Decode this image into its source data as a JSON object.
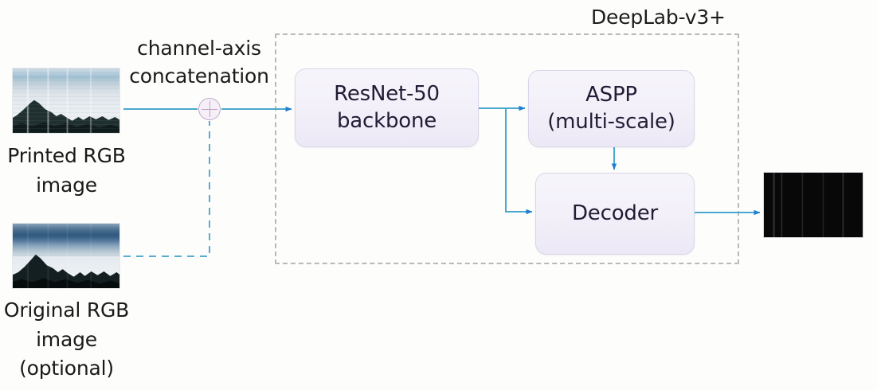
{
  "diagram": {
    "title": "DeepLab-v3+",
    "background_color": "#fdfdfc",
    "accent_line_color": "#4aa8cf",
    "box_fill_color": "#f2eff9",
    "boundary_color": "#b9b9bb"
  },
  "inputs": [
    {
      "id": "printed",
      "caption": "Printed RGB\nimage",
      "thumbnail": "mountain-photo-printed"
    },
    {
      "id": "original",
      "caption": "Original RGB\nimage\n(optional)",
      "thumbnail": "mountain-photo-original"
    }
  ],
  "annotations": {
    "concatenation": "channel-axis\nconcatenation",
    "concat_node_icon": "circle-plus-icon"
  },
  "modules": [
    {
      "id": "resnet",
      "label": "ResNet-50\nbackbone"
    },
    {
      "id": "aspp",
      "label": "ASPP\n(multi-scale)"
    },
    {
      "id": "decoder",
      "label": "Decoder"
    }
  ],
  "output": {
    "id": "segmentation-output",
    "thumbnail": "black-segmentation-map"
  },
  "connections": [
    {
      "from": "printed",
      "to": "concat-node",
      "style": "solid"
    },
    {
      "from": "original",
      "to": "concat-node",
      "style": "dashed"
    },
    {
      "from": "concat-node",
      "to": "resnet",
      "style": "solid"
    },
    {
      "from": "resnet",
      "to": "aspp",
      "style": "solid"
    },
    {
      "from": "resnet",
      "to": "decoder",
      "style": "solid"
    },
    {
      "from": "aspp",
      "to": "decoder",
      "style": "solid"
    },
    {
      "from": "decoder",
      "to": "output",
      "style": "solid"
    }
  ]
}
